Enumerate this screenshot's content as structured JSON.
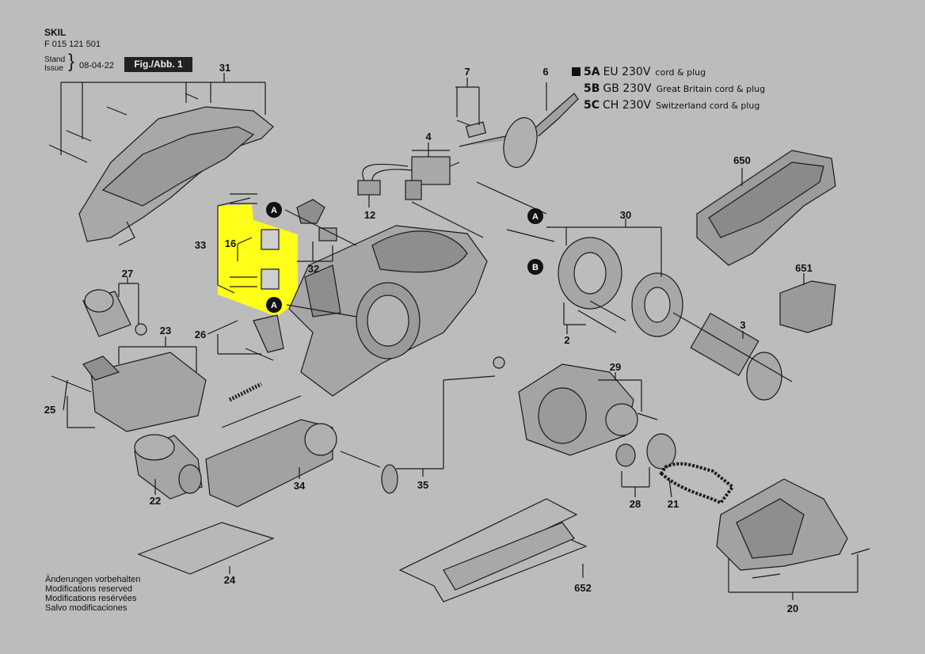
{
  "header": {
    "brand": "SKIL",
    "part_number": "F 015 121 501",
    "stand_label": "Stand",
    "issue_label": "Issue",
    "date": "08-04-22",
    "figure_label": "Fig./Abb. 1"
  },
  "legend": [
    {
      "code": "5A",
      "voltage": "EU 230V",
      "description": "cord & plug",
      "marked": true
    },
    {
      "code": "5B",
      "voltage": "GB 230V",
      "description": "Great Britain cord & plug",
      "marked": false
    },
    {
      "code": "5C",
      "voltage": "CH 230V",
      "description": "Switzerland cord & plug",
      "marked": false
    }
  ],
  "notes": [
    "Änderungen vorbehalten",
    "Modifications reserved",
    "Modifications resérvées",
    "Salvo modificaciones"
  ],
  "callouts": {
    "n31": "31",
    "n7": "7",
    "n6": "6",
    "n4": "4",
    "n12": "12",
    "n650": "650",
    "n33": "33",
    "n16": "16",
    "n32": "32",
    "n30": "30",
    "n651": "651",
    "n27": "27",
    "n23": "23",
    "n26": "26",
    "n2": "2",
    "n3": "3",
    "n29": "29",
    "n25": "25",
    "n22": "22",
    "n34": "34",
    "n35": "35",
    "n28": "28",
    "n21": "21",
    "n24": "24",
    "n652": "652",
    "n20": "20",
    "markA": "A",
    "markB": "B"
  },
  "highlight_color": "#ffff1a",
  "line_color": "#1a1a1a"
}
